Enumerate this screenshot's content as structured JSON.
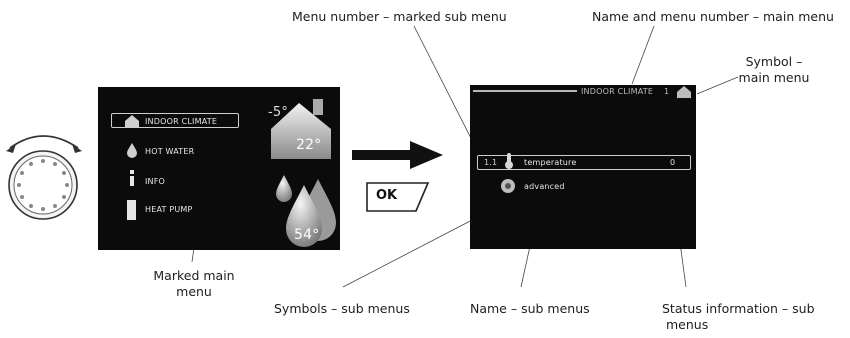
{
  "callouts": {
    "menu_number_sub": "Menu number – marked sub menu",
    "name_menu_main": "Name and menu number – main menu",
    "symbol_main_1": "Symbol –",
    "symbol_main_2": "main menu",
    "marked_main_1": "Marked main",
    "marked_main_2": "menu",
    "symbols_sub": "Symbols – sub menus",
    "name_sub": "Name – sub menus",
    "status_1": "Status information – sub",
    "status_2": "menus"
  },
  "left_screen": {
    "items": [
      "INDOOR CLIMATE",
      "HOT WATER",
      "INFO",
      "HEAT PUMP"
    ],
    "outdoor_temp": "-5°",
    "indoor_temp": "22°",
    "water_temp": "54°"
  },
  "ok_label": "OK",
  "right_screen": {
    "header_title": "INDOOR CLIMATE",
    "header_number": "1",
    "rows": [
      {
        "number": "1.1",
        "label": "temperature",
        "status": "0"
      },
      {
        "number": "",
        "label": "advanced",
        "status": ""
      }
    ]
  }
}
